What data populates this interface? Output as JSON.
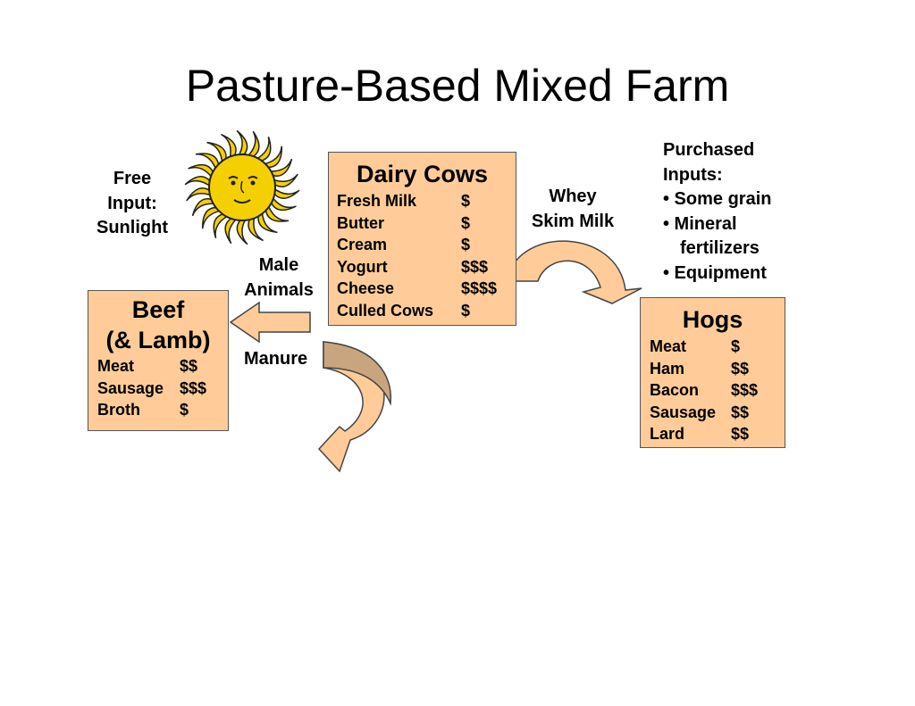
{
  "title": "Pasture-Based Mixed Farm",
  "free_input": [
    "Free",
    "Input:",
    "Sunlight"
  ],
  "male_animals": [
    "Male",
    "Animals"
  ],
  "manure": "Manure",
  "whey": [
    "Whey",
    "Skim Milk"
  ],
  "purchased": {
    "heading": [
      "Purchased",
      "Inputs:"
    ],
    "items": [
      "• Some grain",
      "• Mineral fertilizers",
      "• Equipment"
    ]
  },
  "dairy": {
    "title": "Dairy Cows",
    "rows": [
      {
        "name": "Fresh Milk",
        "value": "$"
      },
      {
        "name": "Butter",
        "value": "$"
      },
      {
        "name": "Cream",
        "value": "$"
      },
      {
        "name": "Yogurt",
        "value": "$$$"
      },
      {
        "name": "Cheese",
        "value": "$$$$"
      },
      {
        "name": "Culled Cows",
        "value": "$"
      }
    ]
  },
  "beef": {
    "title": [
      "Beef",
      "(& Lamb)"
    ],
    "rows": [
      {
        "name": "Meat",
        "value": "$$"
      },
      {
        "name": "Sausage",
        "value": "$$$"
      },
      {
        "name": "Broth",
        "value": "$"
      }
    ]
  },
  "hogs": {
    "title": "Hogs",
    "rows": [
      {
        "name": "Meat",
        "value": "$"
      },
      {
        "name": "Ham",
        "value": "$$"
      },
      {
        "name": "Bacon",
        "value": "$$$"
      },
      {
        "name": "Sausage",
        "value": "$$"
      },
      {
        "name": "Lard",
        "value": "$$"
      }
    ]
  },
  "colors": {
    "box_fill": "#FFCC99",
    "arrow_back": "#C9A57F",
    "sun": "#F5D000"
  }
}
